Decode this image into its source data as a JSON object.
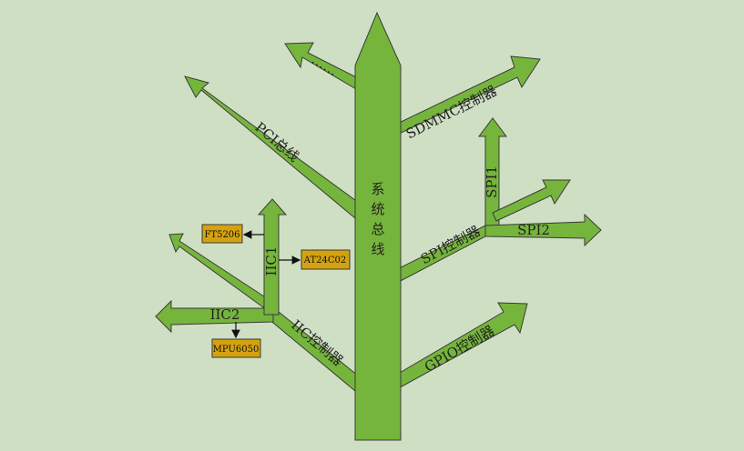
{
  "colors": {
    "background": "#cfdfc4",
    "branch_fill": "#76b53c",
    "branch_stroke": "#3a3a3a",
    "box_fill": "#d4a20e",
    "box_stroke": "#3a3a3a"
  },
  "labels": {
    "trunk": "系统总线",
    "ellipsis": "……",
    "pci": "PCI总线",
    "sdmmc": "SDMMC控制器",
    "spi_controller": "SPI控制器",
    "spi1": "SPI1",
    "spi2": "SPI2",
    "gpio": "GPIO控制器",
    "iic_controller": "IIC控制器",
    "iic1": "IIC1",
    "iic2": "IIC2"
  },
  "devices": {
    "ft5206": "FT5206",
    "at24c02": "AT24C02",
    "mpu6050": "MPU6050"
  }
}
